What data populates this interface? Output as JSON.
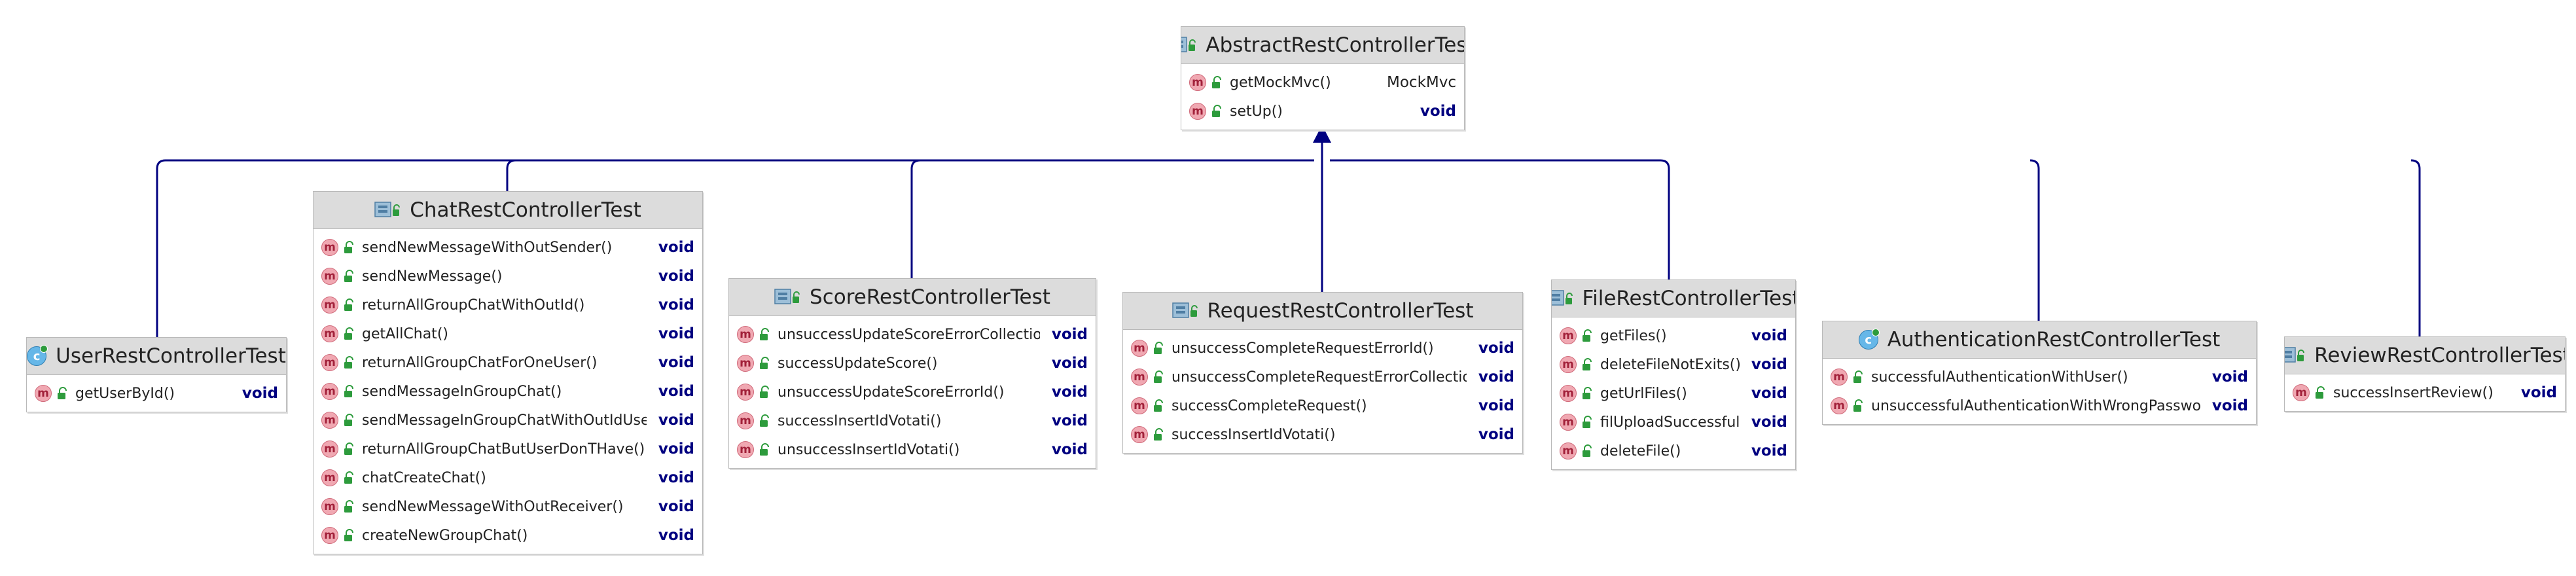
{
  "classes": {
    "abstract": {
      "name": "AbstractRestControllerTest",
      "kind": "abstract-class",
      "methods": [
        {
          "name": "getMockMvc()",
          "ret": "MockMvc",
          "keyword": false
        },
        {
          "name": "setUp()",
          "ret": "void",
          "keyword": true
        }
      ]
    },
    "user": {
      "name": "UserRestControllerTest",
      "kind": "class",
      "methods": [
        {
          "name": "getUserById()",
          "ret": "void",
          "keyword": true
        }
      ]
    },
    "chat": {
      "name": "ChatRestControllerTest",
      "kind": "abstract-class",
      "methods": [
        {
          "name": "sendNewMessageWithOutSender()",
          "ret": "void",
          "keyword": true
        },
        {
          "name": "sendNewMessage()",
          "ret": "void",
          "keyword": true
        },
        {
          "name": "returnAllGroupChatWithOutId()",
          "ret": "void",
          "keyword": true
        },
        {
          "name": "getAllChat()",
          "ret": "void",
          "keyword": true
        },
        {
          "name": "returnAllGroupChatForOneUser()",
          "ret": "void",
          "keyword": true
        },
        {
          "name": "sendMessageInGroupChat()",
          "ret": "void",
          "keyword": true
        },
        {
          "name": "sendMessageInGroupChatWithOutIdUser()",
          "ret": "void",
          "keyword": true
        },
        {
          "name": "returnAllGroupChatButUserDonTHave()",
          "ret": "void",
          "keyword": true
        },
        {
          "name": "chatCreateChat()",
          "ret": "void",
          "keyword": true
        },
        {
          "name": "sendNewMessageWithOutReceiver()",
          "ret": "void",
          "keyword": true
        },
        {
          "name": "createNewGroupChat()",
          "ret": "void",
          "keyword": true
        }
      ]
    },
    "score": {
      "name": "ScoreRestControllerTest",
      "kind": "abstract-class",
      "methods": [
        {
          "name": "unsuccessUpdateScoreErrorCollection()",
          "ret": "void",
          "keyword": true
        },
        {
          "name": "successUpdateScore()",
          "ret": "void",
          "keyword": true
        },
        {
          "name": "unsuccessUpdateScoreErrorId()",
          "ret": "void",
          "keyword": true
        },
        {
          "name": "successInsertIdVotati()",
          "ret": "void",
          "keyword": true
        },
        {
          "name": "unsuccessInsertIdVotati()",
          "ret": "void",
          "keyword": true
        }
      ]
    },
    "request": {
      "name": "RequestRestControllerTest",
      "kind": "abstract-class",
      "methods": [
        {
          "name": "unsuccessCompleteRequestErrorId()",
          "ret": "void",
          "keyword": true
        },
        {
          "name": "unsuccessCompleteRequestErrorCollection()",
          "ret": "void",
          "keyword": true
        },
        {
          "name": "successCompleteRequest()",
          "ret": "void",
          "keyword": true
        },
        {
          "name": "successInsertIdVotati()",
          "ret": "void",
          "keyword": true
        }
      ]
    },
    "file": {
      "name": "FileRestControllerTest",
      "kind": "abstract-class",
      "methods": [
        {
          "name": "getFiles()",
          "ret": "void",
          "keyword": true
        },
        {
          "name": "deleteFileNotExits()",
          "ret": "void",
          "keyword": true
        },
        {
          "name": "getUrlFiles()",
          "ret": "void",
          "keyword": true
        },
        {
          "name": "filUploadSuccessful()",
          "ret": "void",
          "keyword": true
        },
        {
          "name": "deleteFile()",
          "ret": "void",
          "keyword": true
        }
      ]
    },
    "auth": {
      "name": "AuthenticationRestControllerTest",
      "kind": "class",
      "methods": [
        {
          "name": "successfulAuthenticationWithUser()",
          "ret": "void",
          "keyword": true
        },
        {
          "name": "unsuccessfulAuthenticationWithWrongPassword()",
          "ret": "void",
          "keyword": true
        }
      ]
    },
    "review": {
      "name": "ReviewRestControllerTest",
      "kind": "abstract-class",
      "methods": [
        {
          "name": "successInsertReview()",
          "ret": "void",
          "keyword": true
        }
      ]
    }
  },
  "icons": {
    "method": "method-m-icon",
    "visibility": "public-lock-icon",
    "abstract_class": "abstract-class-icon",
    "class": "class-c-icon"
  },
  "colors": {
    "edge": "#000080",
    "keyword": "#000080",
    "header_bg": "#dcdcdc",
    "method_icon": "#f0a8b2",
    "class_icon": "#66b7e8",
    "lock": "#2d9b3c"
  }
}
